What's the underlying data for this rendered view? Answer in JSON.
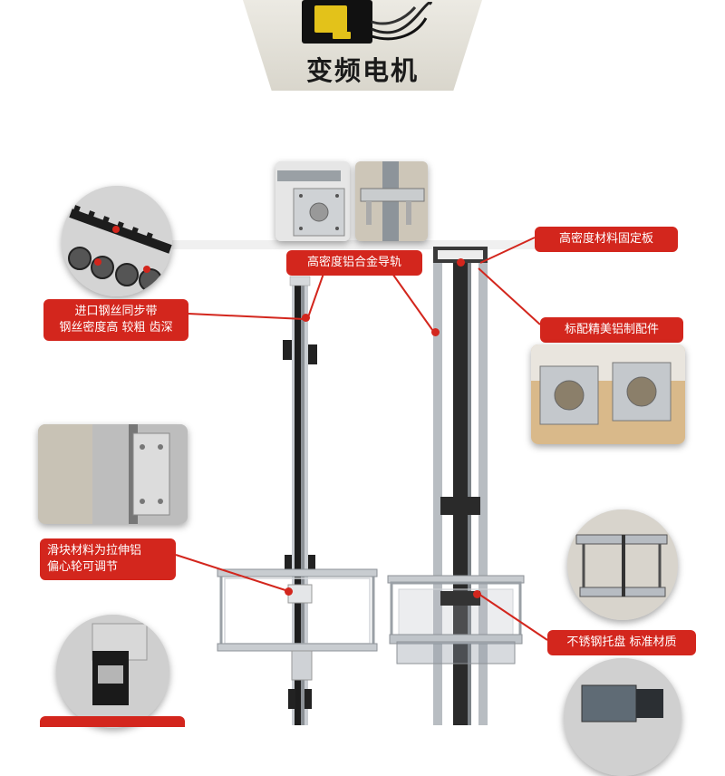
{
  "banner": {
    "title": "变频电机"
  },
  "callouts": {
    "belt": [
      "进口钢丝同步带",
      "钢丝密度高 较粗 齿深"
    ],
    "rail": "高密度铝合金导轨",
    "plate": "高密度材料固定板",
    "fittings": "标配精美铝制配件",
    "slider": [
      "滑块材料为拉伸铝",
      "偏心轮可调节"
    ],
    "tray": "不锈钢托盘 标准材质"
  },
  "colors": {
    "accent": "#d3261d",
    "frame": "#2b2b2b",
    "steel": "#b7bcc2"
  }
}
